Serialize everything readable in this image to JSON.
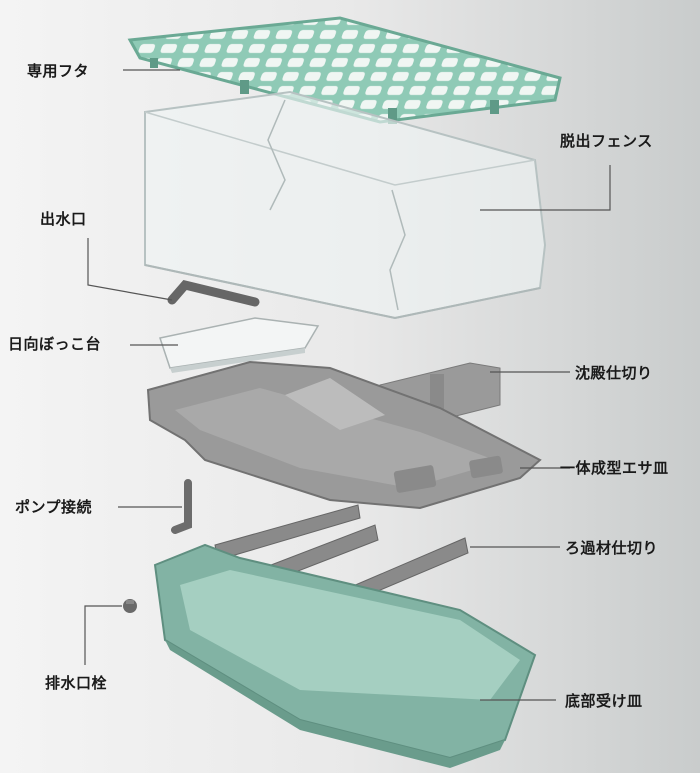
{
  "labels": {
    "lid": "専用フタ",
    "fence": "脱出フェンス",
    "outlet": "出水口",
    "basking": "日向ぼっこ台",
    "partition": "沈殿仕切り",
    "tray": "一体成型エサ皿",
    "pump": "ポンプ接続",
    "filter": "ろ過材仕切り",
    "plug": "排水口栓",
    "base": "底部受け皿"
  },
  "colors": {
    "lid": "#7fbfaa",
    "base": "#7fb0a0",
    "tray": "#8e8e8e",
    "fence": "#e4ecec",
    "line": "#555555"
  }
}
